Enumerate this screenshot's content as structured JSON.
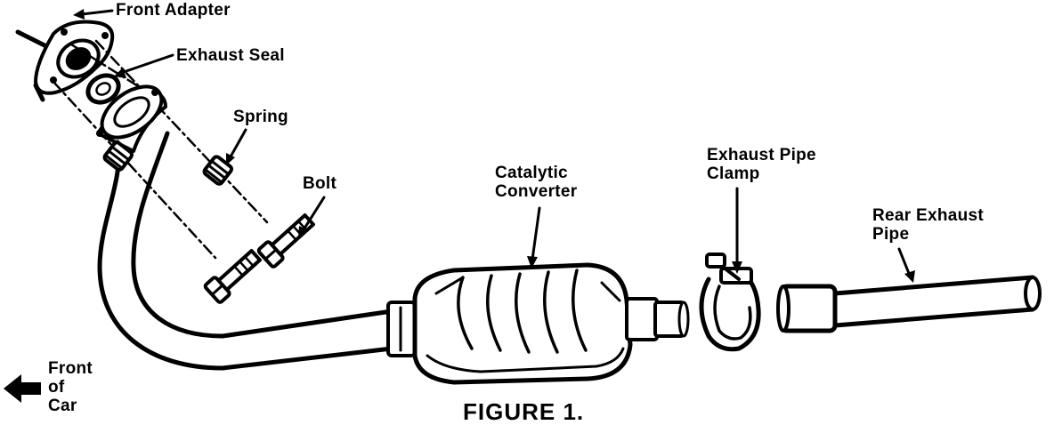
{
  "labels": {
    "front_adapter": "Front Adapter",
    "exhaust_seal": "Exhaust Seal",
    "spring": "Spring",
    "bolt": "Bolt",
    "catalytic_converter": [
      "Catalytic",
      "Converter"
    ],
    "exhaust_pipe_clamp": [
      "Exhaust Pipe",
      "Clamp"
    ],
    "rear_exhaust_pipe": [
      "Rear Exhaust",
      "Pipe"
    ],
    "front_of_car": [
      "Front",
      "of",
      "Car"
    ]
  },
  "caption": "FIGURE 1.",
  "colors": {
    "ink": "#000000",
    "paper": "#ffffff"
  },
  "icons": {
    "direction_arrow": "left-arrow-icon"
  }
}
